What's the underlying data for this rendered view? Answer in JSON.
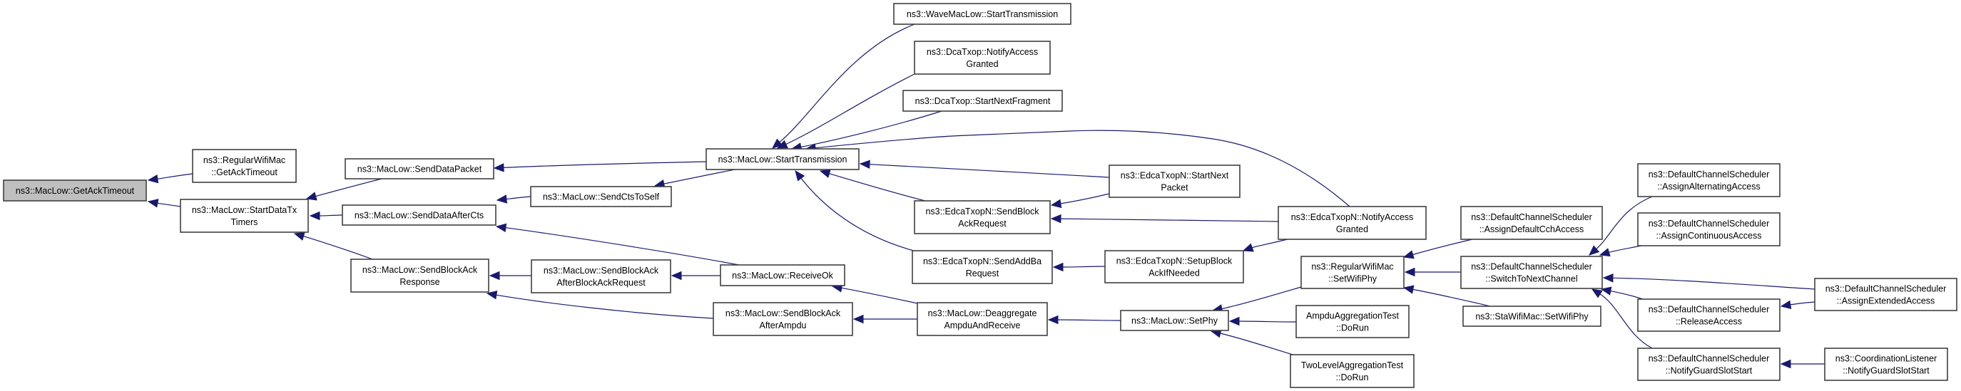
{
  "diagram": {
    "type": "call-graph",
    "direction": "right-to-left (callers point to callees)",
    "colors": {
      "edge": "#191970",
      "root_fill": "#bfbfbf",
      "node_fill": "#ffffff",
      "node_border": "#404040"
    },
    "nodes": {
      "getacktimeout": {
        "lines": [
          "ns3::MacLow::GetAckTimeout"
        ],
        "root": true
      },
      "regularwifimac_getacktimeout": {
        "lines": [
          "ns3::RegularWifiMac",
          "::GetAckTimeout"
        ]
      },
      "startdatatxtimers": {
        "lines": [
          "ns3::MacLow::StartDataTx",
          "Timers"
        ]
      },
      "senddatapacket": {
        "lines": [
          "ns3::MacLow::SendDataPacket"
        ]
      },
      "senddataaftercts": {
        "lines": [
          "ns3::MacLow::SendDataAfterCts"
        ]
      },
      "sendblockackresponse": {
        "lines": [
          "ns3::MacLow::SendBlockAck",
          "Response"
        ]
      },
      "sendctstoself": {
        "lines": [
          "ns3::MacLow::SendCtsToSelf"
        ]
      },
      "sendblockackafterblockackrequest": {
        "lines": [
          "ns3::MacLow::SendBlockAck",
          "AfterBlockAckRequest"
        ]
      },
      "sendblockackafterampdu": {
        "lines": [
          "ns3::MacLow::SendBlockAck",
          "AfterAmpdu"
        ]
      },
      "receiveok": {
        "lines": [
          "ns3::MacLow::ReceiveOk"
        ]
      },
      "starttransmission": {
        "lines": [
          "ns3::MacLow::StartTransmission"
        ]
      },
      "deaggregate": {
        "lines": [
          "ns3::MacLow::Deaggregate",
          "AmpduAndReceive"
        ]
      },
      "wavemaclow_starttransmission": {
        "lines": [
          "ns3::WaveMacLow::StartTransmission"
        ]
      },
      "dcatxop_notifyaccessgranted": {
        "lines": [
          "ns3::DcaTxop::NotifyAccess",
          "Granted"
        ]
      },
      "dcatxop_startnextfragment": {
        "lines": [
          "ns3::DcaTxop::StartNextFragment"
        ]
      },
      "edca_sendblockackrequest": {
        "lines": [
          "ns3::EdcaTxopN::SendBlock",
          "AckRequest"
        ]
      },
      "edca_sendaddbarequest": {
        "lines": [
          "ns3::EdcaTxopN::SendAddBa",
          "Request"
        ]
      },
      "edca_startnextpacket": {
        "lines": [
          "ns3::EdcaTxopN::StartNext",
          "Packet"
        ]
      },
      "edca_setupblockackifneeded": {
        "lines": [
          "ns3::EdcaTxopN::SetupBlock",
          "AckIfNeeded"
        ]
      },
      "edca_notifyaccessgranted": {
        "lines": [
          "ns3::EdcaTxopN::NotifyAccess",
          "Granted"
        ]
      },
      "setphy": {
        "lines": [
          "ns3::MacLow::SetPhy"
        ]
      },
      "regularwifimac_setwifiphy": {
        "lines": [
          "ns3::RegularWifiMac",
          "::SetWifiPhy"
        ]
      },
      "ampduaggregationtest_dorun": {
        "lines": [
          "AmpduAggregationTest",
          "::DoRun"
        ]
      },
      "twolevelaggregationtest_dorun": {
        "lines": [
          "TwoLevelAggregationTest",
          "::DoRun"
        ]
      },
      "dcs_assigndefaultcchaccess": {
        "lines": [
          "ns3::DefaultChannelScheduler",
          "::AssignDefaultCchAccess"
        ]
      },
      "dcs_switchtonextchannel": {
        "lines": [
          "ns3::DefaultChannelScheduler",
          "::SwitchToNextChannel"
        ]
      },
      "stawifimac_setwifiphy": {
        "lines": [
          "ns3::StaWifiMac::SetWifiPhy"
        ]
      },
      "dcs_assignalternatingaccess": {
        "lines": [
          "ns3::DefaultChannelScheduler",
          "::AssignAlternatingAccess"
        ]
      },
      "dcs_assigncontinuousaccess": {
        "lines": [
          "ns3::DefaultChannelScheduler",
          "::AssignContinuousAccess"
        ]
      },
      "dcs_releaseaccess": {
        "lines": [
          "ns3::DefaultChannelScheduler",
          "::ReleaseAccess"
        ]
      },
      "dcs_notifyguardslotstart": {
        "lines": [
          "ns3::DefaultChannelScheduler",
          "::NotifyGuardSlotStart"
        ]
      },
      "dcs_assignextendedaccess": {
        "lines": [
          "ns3::DefaultChannelScheduler",
          "::AssignExtendedAccess"
        ]
      },
      "coordinationlistener_notifyguardslotstart": {
        "lines": [
          "ns3::CoordinationListener",
          "::NotifyGuardSlotStart"
        ]
      }
    },
    "edges": [
      {
        "from": "regularwifimac_getacktimeout",
        "to": "getacktimeout"
      },
      {
        "from": "startdatatxtimers",
        "to": "getacktimeout"
      },
      {
        "from": "senddatapacket",
        "to": "startdatatxtimers"
      },
      {
        "from": "senddataaftercts",
        "to": "startdatatxtimers"
      },
      {
        "from": "sendblockackresponse",
        "to": "startdatatxtimers"
      },
      {
        "from": "starttransmission",
        "to": "senddatapacket"
      },
      {
        "from": "sendctstoself",
        "to": "senddataaftercts"
      },
      {
        "from": "receiveok",
        "to": "senddataaftercts"
      },
      {
        "from": "sendblockackafterblockackrequest",
        "to": "sendblockackresponse"
      },
      {
        "from": "sendblockackafterampdu",
        "to": "sendblockackresponse"
      },
      {
        "from": "starttransmission",
        "to": "sendctstoself"
      },
      {
        "from": "receiveok",
        "to": "sendblockackafterblockackrequest"
      },
      {
        "from": "deaggregate",
        "to": "sendblockackafterampdu"
      },
      {
        "from": "deaggregate",
        "to": "receiveok"
      },
      {
        "from": "wavemaclow_starttransmission",
        "to": "starttransmission"
      },
      {
        "from": "dcatxop_notifyaccessgranted",
        "to": "starttransmission"
      },
      {
        "from": "dcatxop_startnextfragment",
        "to": "starttransmission"
      },
      {
        "from": "edca_notifyaccessgranted",
        "to": "starttransmission"
      },
      {
        "from": "edca_startnextpacket",
        "to": "starttransmission"
      },
      {
        "from": "edca_sendblockackrequest",
        "to": "starttransmission"
      },
      {
        "from": "edca_sendaddbarequest",
        "to": "starttransmission"
      },
      {
        "from": "edca_startnextpacket",
        "to": "edca_sendblockackrequest"
      },
      {
        "from": "edca_notifyaccessgranted",
        "to": "edca_sendblockackrequest"
      },
      {
        "from": "edca_setupblockackifneeded",
        "to": "edca_sendaddbarequest"
      },
      {
        "from": "edca_notifyaccessgranted",
        "to": "edca_setupblockackifneeded"
      },
      {
        "from": "setphy",
        "to": "deaggregate"
      },
      {
        "from": "regularwifimac_setwifiphy",
        "to": "setphy"
      },
      {
        "from": "ampduaggregationtest_dorun",
        "to": "setphy"
      },
      {
        "from": "twolevelaggregationtest_dorun",
        "to": "setphy"
      },
      {
        "from": "dcs_assigndefaultcchaccess",
        "to": "regularwifimac_setwifiphy"
      },
      {
        "from": "dcs_switchtonextchannel",
        "to": "regularwifimac_setwifiphy"
      },
      {
        "from": "stawifimac_setwifiphy",
        "to": "regularwifimac_setwifiphy"
      },
      {
        "from": "dcs_assignalternatingaccess",
        "to": "dcs_switchtonextchannel"
      },
      {
        "from": "dcs_assigncontinuousaccess",
        "to": "dcs_switchtonextchannel"
      },
      {
        "from": "dcs_assignextendedaccess",
        "to": "dcs_switchtonextchannel"
      },
      {
        "from": "dcs_releaseaccess",
        "to": "dcs_switchtonextchannel"
      },
      {
        "from": "dcs_notifyguardslotstart",
        "to": "dcs_switchtonextchannel"
      },
      {
        "from": "dcs_assignextendedaccess",
        "to": "dcs_releaseaccess"
      },
      {
        "from": "coordinationlistener_notifyguardslotstart",
        "to": "dcs_notifyguardslotstart"
      }
    ]
  }
}
